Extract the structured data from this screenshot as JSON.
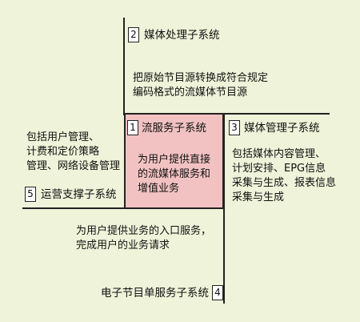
{
  "subsystems": {
    "media_processing": {
      "number": "2",
      "title": "媒体处理子系统",
      "desc": [
        "把原始节目源转换成符合规定",
        "编码格式的流媒体节目源"
      ]
    },
    "streaming": {
      "number": "1",
      "title": "流服务子系统",
      "desc": [
        "为用户提供直接",
        "的流媒体服务和",
        "增值业务"
      ]
    },
    "media_management": {
      "number": "3",
      "title": "媒体管理子系统",
      "desc": [
        "包括媒体内容管理、",
        "计划安排、EPG信息",
        "采集与生成、报表信息",
        "采集与生成"
      ]
    },
    "operation_support": {
      "number": "5",
      "title": "运营支撑子系统",
      "desc": [
        "包括用户管理、",
        "计费和定价策略",
        "管理、网络设备管理"
      ]
    },
    "epg_service": {
      "number": "4",
      "title": "电子节目单服务子系统",
      "desc": [
        "为用户提供业务的入口服务，",
        "完成用户的业务请求"
      ]
    }
  },
  "colors": {
    "background": "#eef3d9",
    "center_box": "#f2c2c2",
    "lines": "#222222"
  }
}
